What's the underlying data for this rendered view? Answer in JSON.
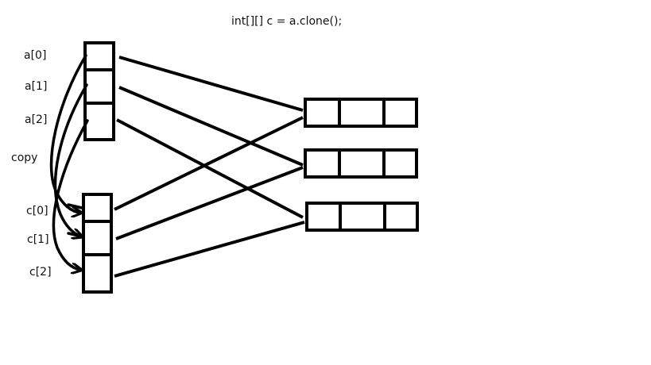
{
  "title": "int[][] c = a.clone();",
  "array_a": {
    "labels": [
      "a[0]",
      "a[1]",
      "a[2]"
    ]
  },
  "copy_label": "copy",
  "array_c": {
    "labels": [
      "c[0]",
      "c[1]",
      "c[2]"
    ]
  },
  "inner_arrays": {
    "count": 3,
    "cells_per_array": 3
  },
  "colors": {
    "stroke": "#000000",
    "background": "#ffffff",
    "text": "#111111"
  }
}
